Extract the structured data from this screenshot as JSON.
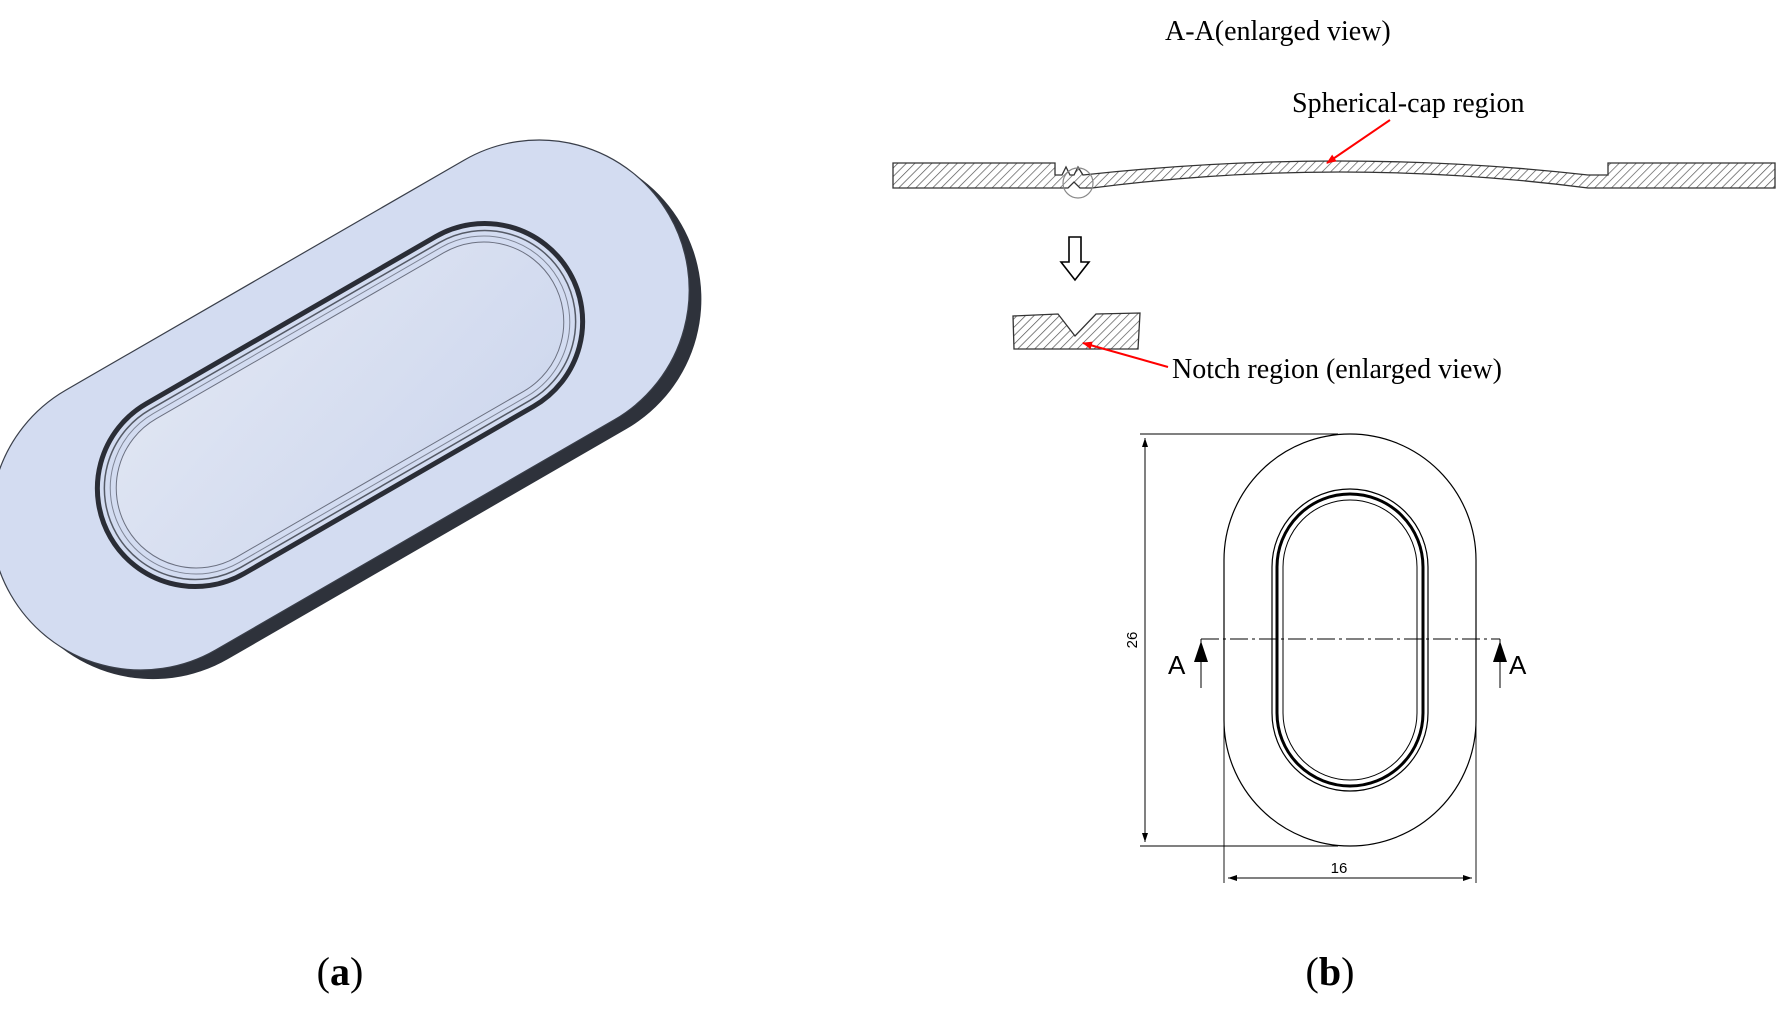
{
  "panel_a": {
    "caption_letter": "a",
    "plate_top_color": "#d3dcf1",
    "plate_side_color": "#2e323b",
    "recess_color": "#d8dff0"
  },
  "panel_b": {
    "caption_letter": "b",
    "section_title": "A-A(enlarged view)",
    "spherical_cap_label": "Spherical-cap region",
    "notch_label": "Notch region (enlarged view)",
    "section_marker_left": "A",
    "section_marker_right": "A",
    "dimension_height": "26",
    "dimension_width": "16",
    "leader_color": "#ff0000"
  }
}
